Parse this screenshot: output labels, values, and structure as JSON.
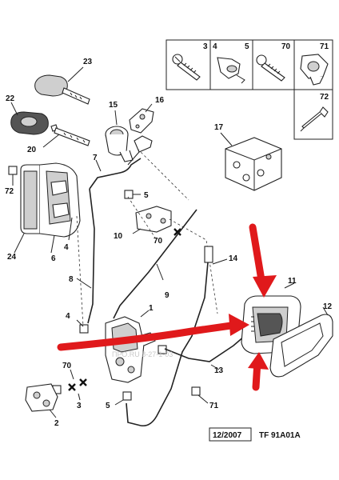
{
  "labels": {
    "p23": "23",
    "p22": "22",
    "p20": "20",
    "p15": "15",
    "p16": "16",
    "p7": "7",
    "p72a": "72",
    "p5a": "5",
    "p10": "10",
    "p70a": "70",
    "p24": "24",
    "p6": "6",
    "p4a": "4",
    "p17": "17",
    "p14": "14",
    "p8": "8",
    "p9": "9",
    "p11": "11",
    "p12": "12",
    "p4b": "4",
    "p1": "1",
    "p13": "13",
    "p70b": "70",
    "p3": "3",
    "p2": "2",
    "p5b": "5",
    "p71": "71"
  },
  "inset": {
    "cells": [
      "3",
      "4",
      "5",
      "70",
      "71",
      "72"
    ]
  },
  "footer": {
    "date": "12/2007",
    "code": "TF 91A01A"
  },
  "watermark": "ПРО.RU 8-27-1-03"
}
